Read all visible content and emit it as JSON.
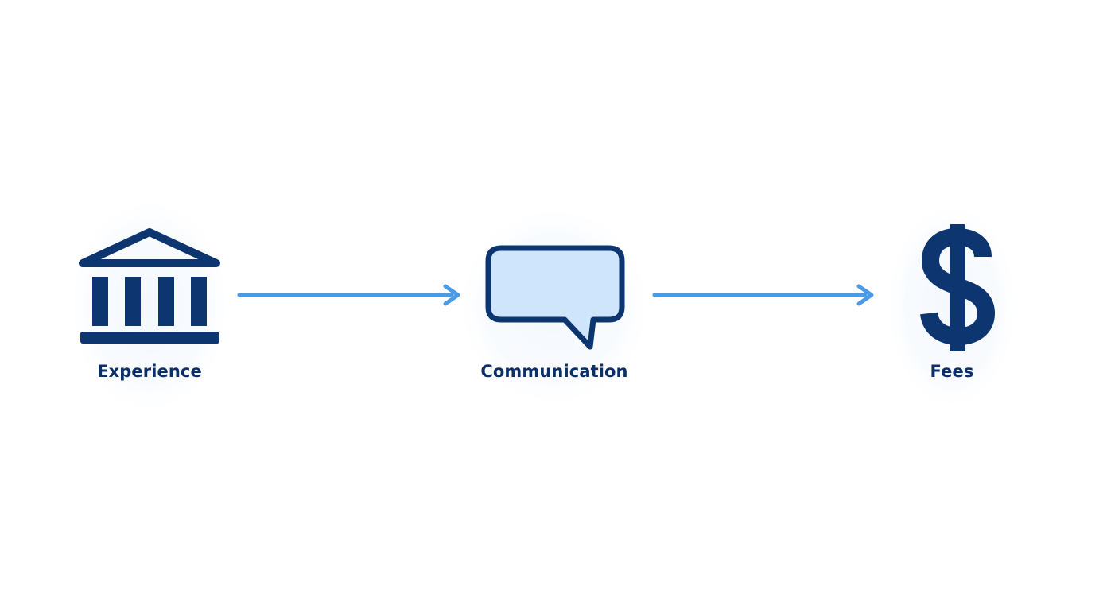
{
  "colors": {
    "icon_dark": "#0d3570",
    "bubble_fill": "#cfe5fb",
    "arrow": "#4a9ae6",
    "label": "#0b2f66",
    "background": "#ffffff",
    "halo": "#f5f9fd"
  },
  "steps": [
    {
      "id": "experience",
      "label": "Experience",
      "icon": "bank-building-icon"
    },
    {
      "id": "communication",
      "label": "Communication",
      "icon": "speech-bubble-icon"
    },
    {
      "id": "fees",
      "label": "Fees",
      "icon": "dollar-sign-icon"
    }
  ],
  "arrows": [
    {
      "from": "experience",
      "to": "communication"
    },
    {
      "from": "communication",
      "to": "fees"
    }
  ]
}
